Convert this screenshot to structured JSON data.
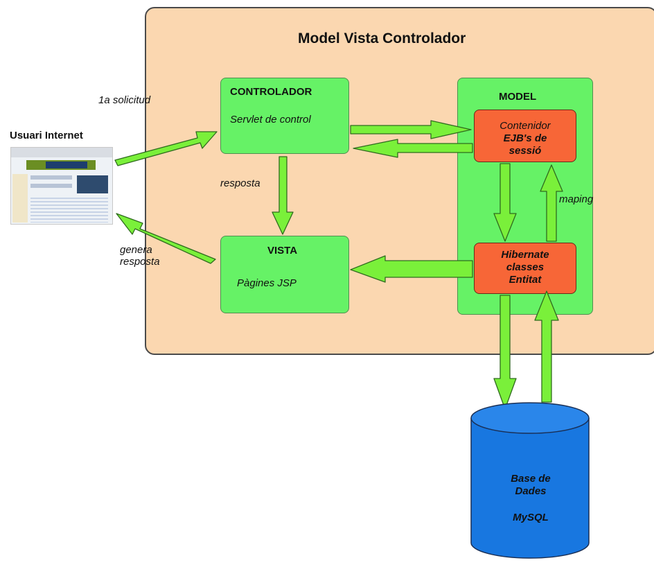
{
  "title": "Model Vista Controlador",
  "user": {
    "label": "Usuari Internet"
  },
  "controller": {
    "title": "CONTROLADOR",
    "subtitle": "Servlet de control"
  },
  "view": {
    "title": "VISTA",
    "subtitle": "Pàgines JSP"
  },
  "model": {
    "title": "MODEL",
    "ejb": {
      "line1": "Contenidor",
      "line2": "EJB's de",
      "line3": "sessió"
    },
    "hibernate": {
      "line1": "Hibernate",
      "line2": "classes",
      "line3": "Entitat"
    }
  },
  "database": {
    "line1": "Base de",
    "line2": "Dades",
    "line3": "MySQL"
  },
  "edges": {
    "request": "1a solicitud",
    "response": "resposta",
    "generate_line1": "genera",
    "generate_line2": "resposta",
    "mapping": "maping"
  },
  "colors": {
    "frame_fill": "#fbd7b0",
    "box_green": "#66f266",
    "box_orange": "#f76637",
    "arrow_green": "#7af03a",
    "database_blue": "#1877e0"
  }
}
